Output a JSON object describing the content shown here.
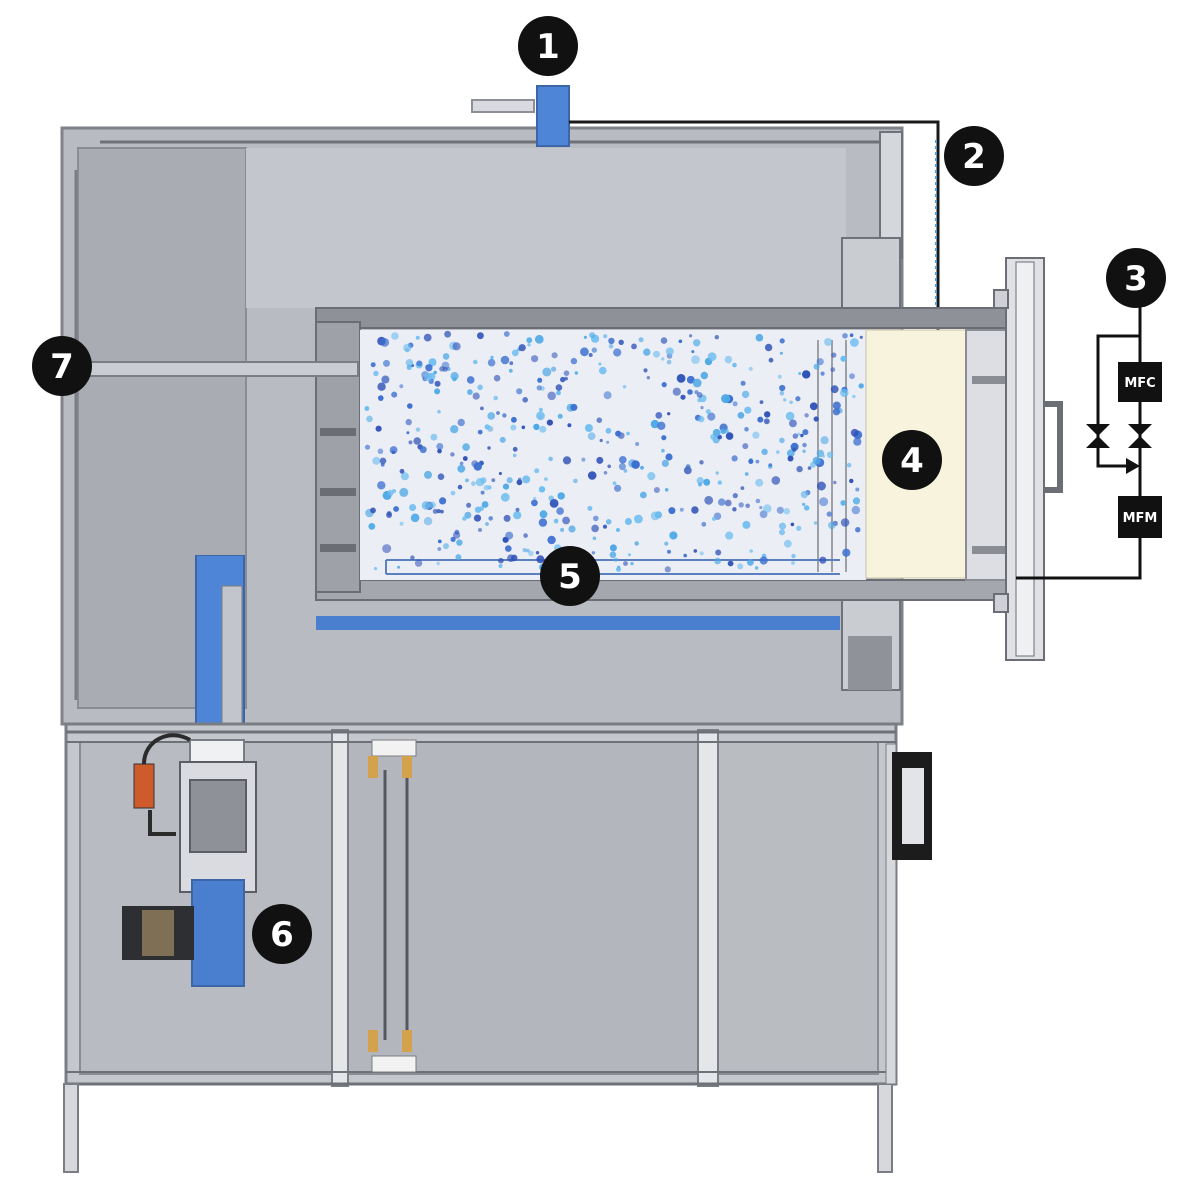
{
  "callouts": [
    {
      "id": "1",
      "label": "1"
    },
    {
      "id": "2",
      "label": "2"
    },
    {
      "id": "3",
      "label": "3"
    },
    {
      "id": "4",
      "label": "4"
    },
    {
      "id": "5",
      "label": "5"
    },
    {
      "id": "6",
      "label": "6"
    },
    {
      "id": "7",
      "label": "7"
    }
  ],
  "controls": {
    "mfc_label": "MFC",
    "mfm_label": "MFM"
  },
  "colors": {
    "frame": "#b9bcc2",
    "frame_dark": "#8e9197",
    "panel": "#c2c5cb",
    "duct_blue": "#4a7fd0",
    "chamber_bg": "#eceef4",
    "filter": "#f7f2dc",
    "callout": "#111111",
    "particle_dark": "#2f52b8",
    "particle_light": "#4fa9e6"
  }
}
